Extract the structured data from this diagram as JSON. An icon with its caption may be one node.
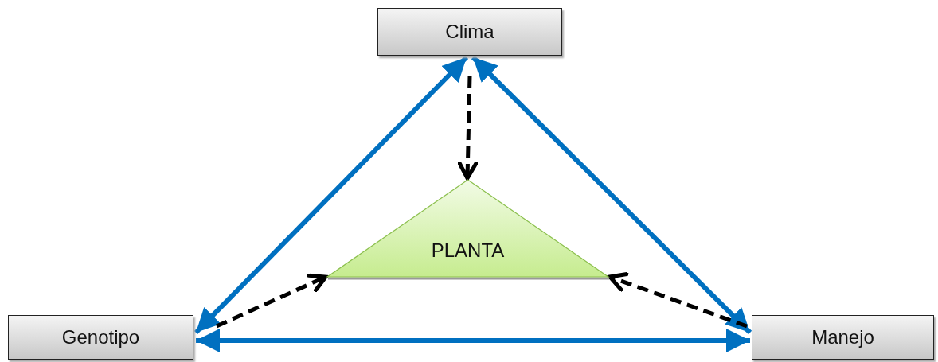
{
  "diagram": {
    "nodes": [
      {
        "text": [
          "Clima"
        ]
      },
      {
        "text": [
          "PLANTA"
        ]
      },
      {
        "text": [
          "Genotipo"
        ]
      },
      {
        "text": [
          "Manejo"
        ]
      }
    ],
    "edges": [
      {
        "from": 0,
        "to": 2,
        "arrow": "both"
      },
      {
        "from": 0,
        "to": 3,
        "arrow": "both"
      },
      {
        "from": 2,
        "to": 3,
        "arrow": "both"
      },
      {
        "from": 0,
        "to": 1,
        "arrow": "to",
        "style": "dashed",
        "color": "#000000"
      },
      {
        "from": 2,
        "to": 1,
        "arrow": "to",
        "style": "dashed",
        "color": "#000000"
      },
      {
        "from": 3,
        "to": 1,
        "arrow": "to",
        "style": "dashed",
        "color": "#000000"
      }
    ]
  }
}
